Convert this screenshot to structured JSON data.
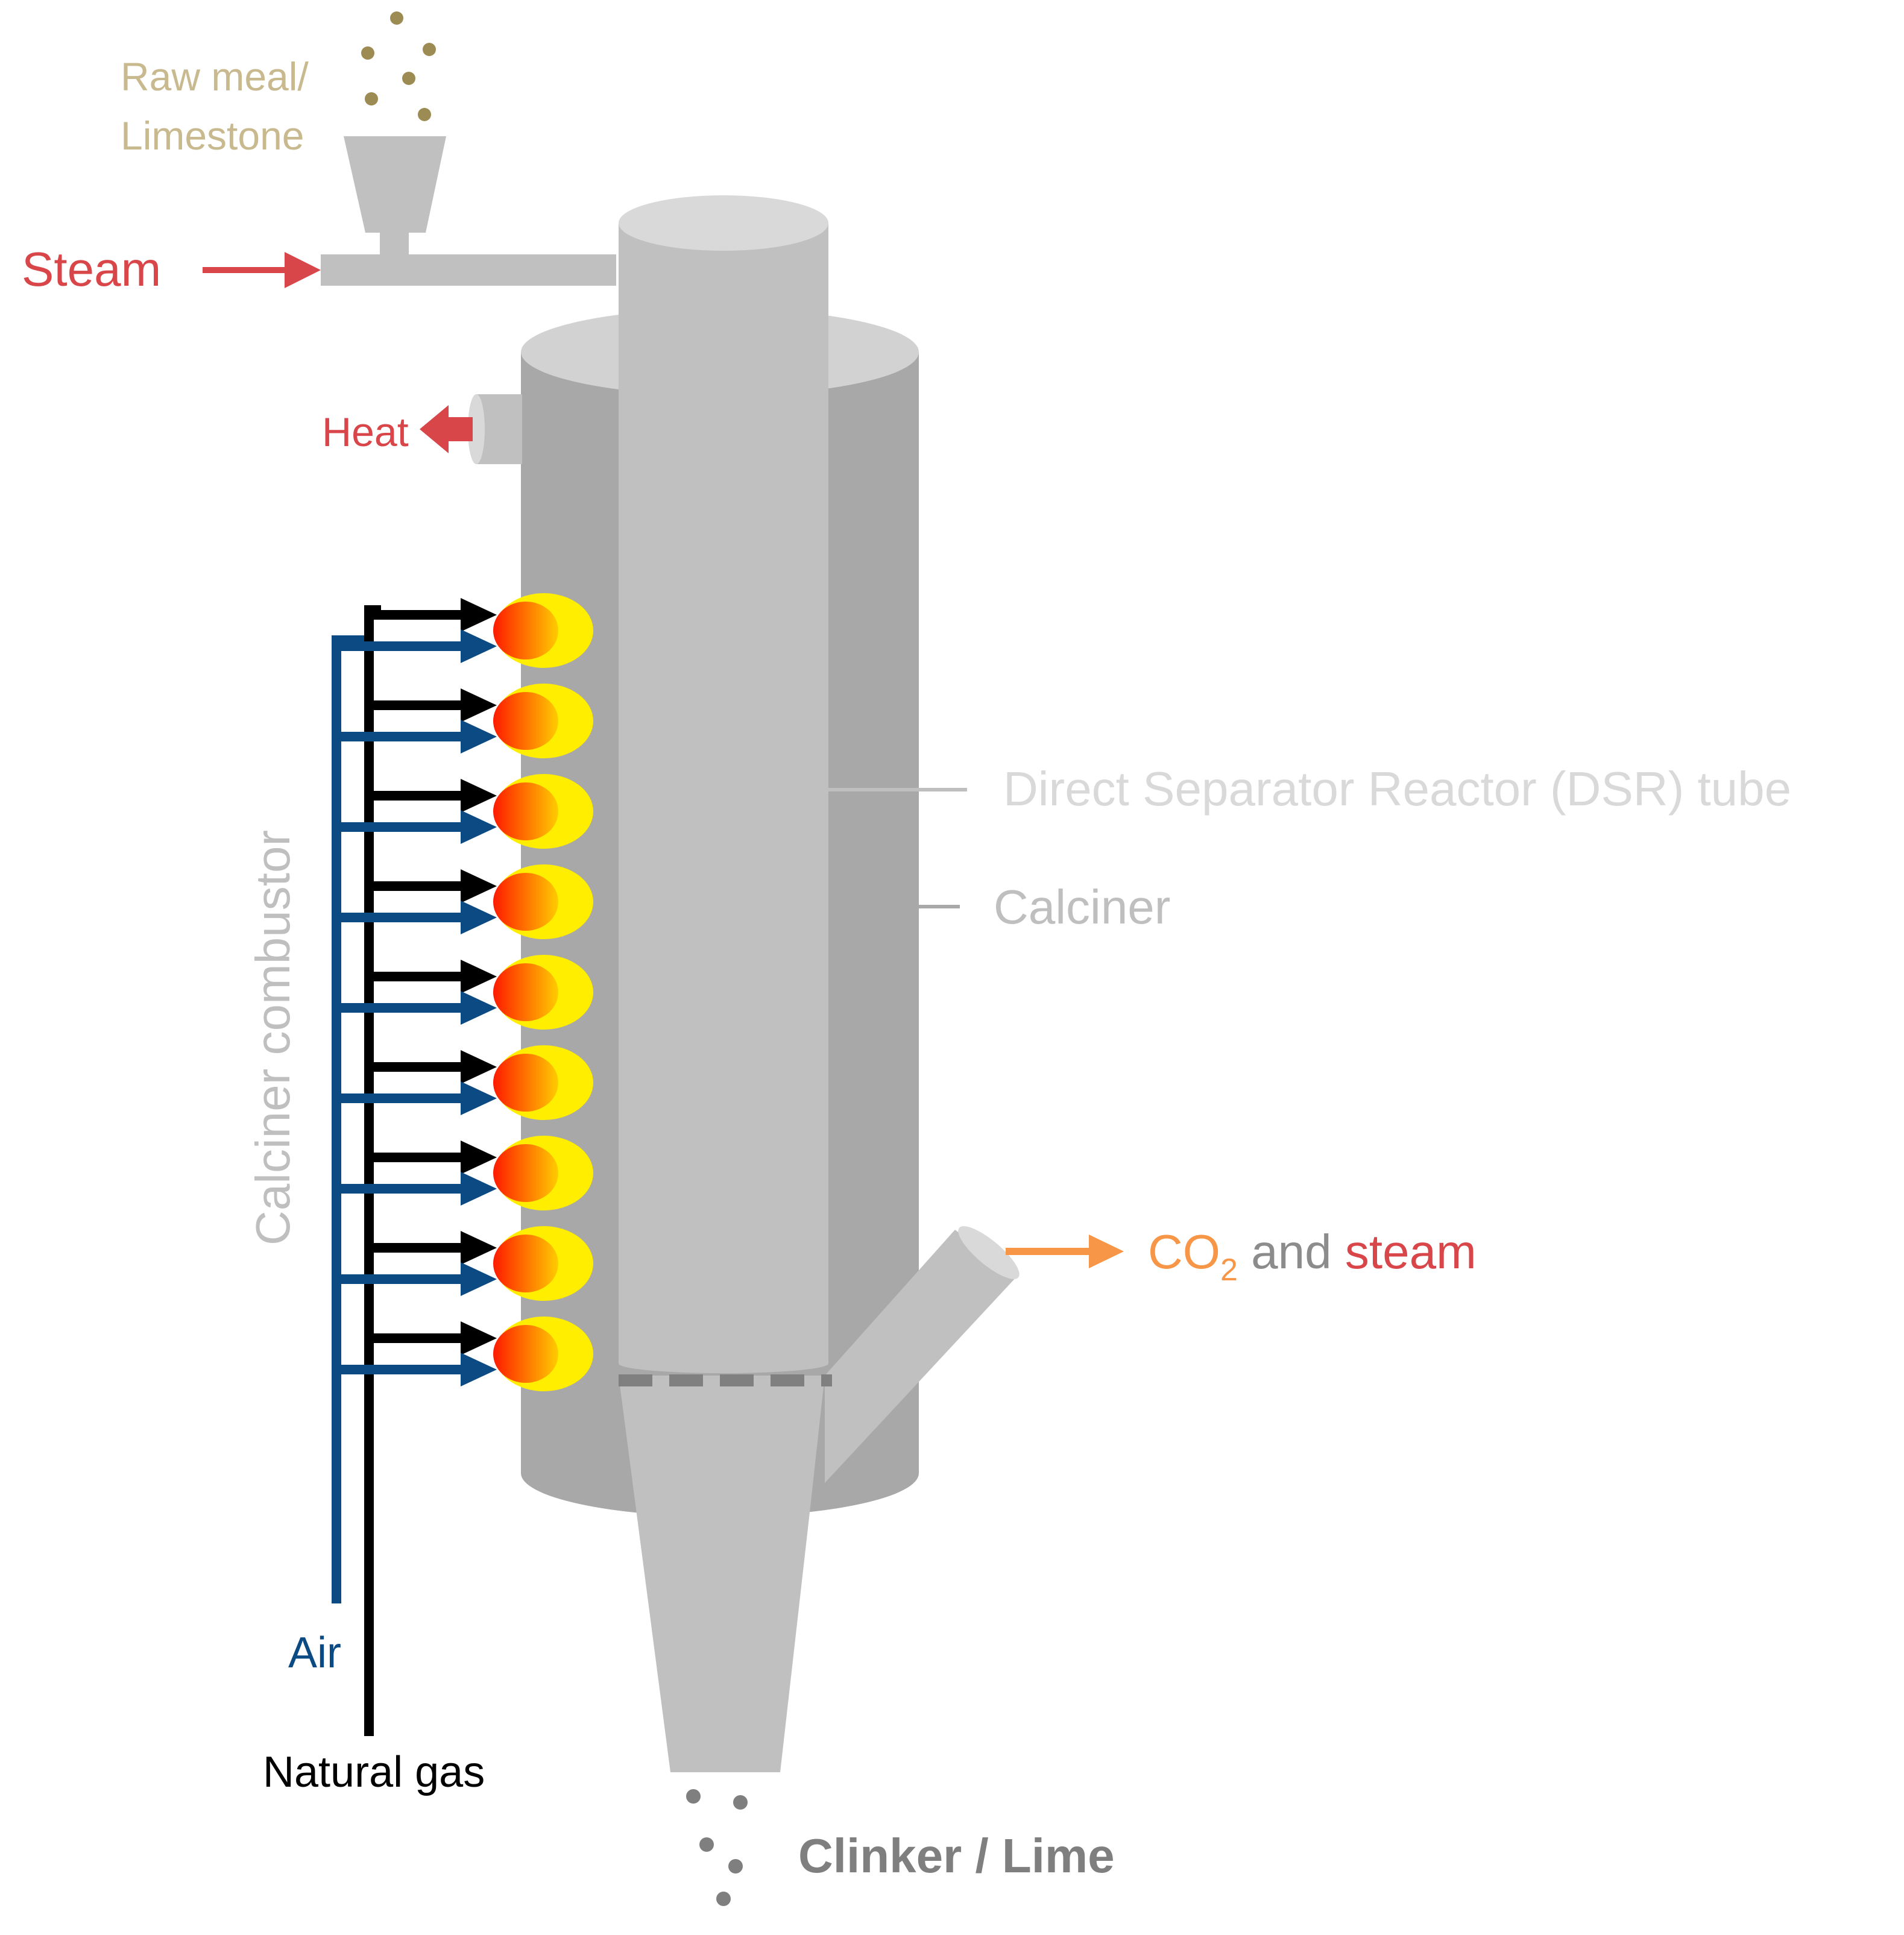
{
  "labels": {
    "raw_meal_line1": "Raw meal/",
    "raw_meal_line2": "Limestone",
    "steam_in": "Steam",
    "heat": "Heat",
    "dsr_tube": "Direct Separator Reactor (DSR) tube",
    "calciner": "Calciner",
    "combustor": "Calciner combustor",
    "co2": "CO",
    "co2_subscript": "2",
    "and": " and ",
    "steam_out": "steam",
    "air": "Air",
    "natural_gas": "Natural gas",
    "product": "Clinker / Lime"
  },
  "burner_count": 9,
  "colors": {
    "vessel_dark": "#a8a8a8",
    "vessel_top": "#d2d2d2",
    "tube": "#c0c0c0",
    "tube_top": "#d9d9d9",
    "steam_red": "#d9464a",
    "co2_orange": "#f79646",
    "air_blue": "#0b4a82",
    "gas_black": "#000000",
    "raw_meal_tan": "#c9b98f",
    "particles_olive": "#9c8b52",
    "label_grey": "#bfbfbf",
    "clinker_grey": "#7f7f7f",
    "flame_yellow": "#ffee00",
    "flame_red": "#ff1a00"
  }
}
